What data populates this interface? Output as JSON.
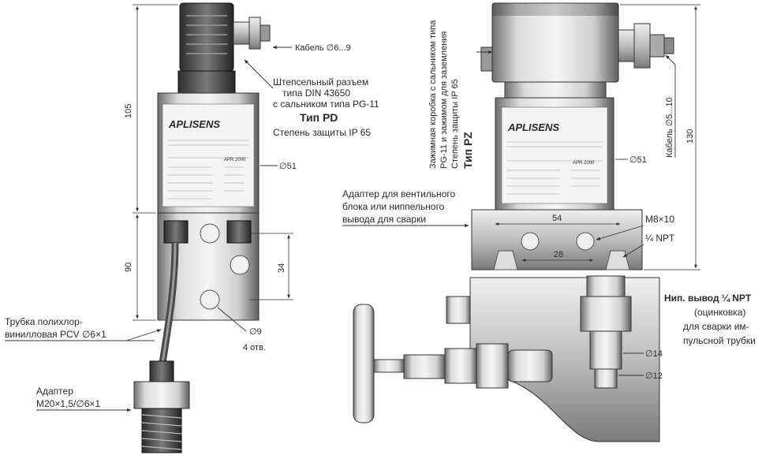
{
  "left_device": {
    "cable_label": "Кабель ∅6...9",
    "connector_lines": [
      "Штепсельный разъем",
      "типа DIN 43650",
      "с сальником типа PG-11"
    ],
    "type_title": "Тип PD",
    "protection": "Степень защиты IP 65",
    "brand": "APLISENS",
    "dim_height_top": "105",
    "dim_height_bottom": "90",
    "dim_hole_spacing": "34",
    "diameter_body": "∅51",
    "diameter_holes": "∅9",
    "holes_count": "4 отв.",
    "tube_lines": [
      "Трубка полихлор-",
      "винилловая PCV ∅6×1"
    ],
    "adapter_lines": [
      "Адаптер",
      "М20×1,5/∅6×1"
    ],
    "nameplate_model": "APR 2000"
  },
  "right_device": {
    "box_lines": [
      "Зажимная коробка с сальником типа",
      "PG-11 и зажимом для заземления",
      "Степень защиты IP 65"
    ],
    "type_title": "Тип PZ",
    "brand": "APLISENS",
    "cable_label": "Кабель ∅5...10",
    "dim_height": "130",
    "diameter_body": "∅51",
    "adapter_lines": [
      "Адаптер для вентильного",
      "блока или ниппельного",
      "вывода для сварки"
    ],
    "dim_width": "54",
    "dim_hole_spacing": "28",
    "thread_m8": "M8×10",
    "thread_npt": "¼ NPT",
    "nipple_lines": [
      "Нип. вывод ¼ NPT",
      "(оцинковка)",
      "для сварки им-",
      "пульсной трубки"
    ],
    "diameter_14": "∅14",
    "diameter_12": "∅12",
    "nameplate_model": "APR 2000"
  }
}
